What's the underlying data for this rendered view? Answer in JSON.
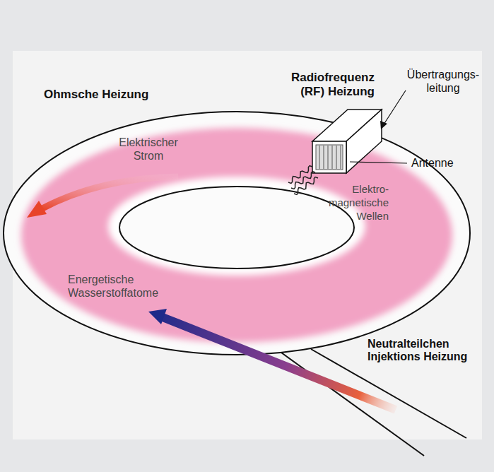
{
  "diagram": {
    "labels": [
      "Ohmsche Heizung",
      "Radiofrequenz (RF) Heizung",
      "Übertragungs- leitung",
      "Antenne",
      "Elektrischer Strom",
      "Elektro- magnetische Wellen",
      "Energetische Wasserstoffatome",
      "Neutralteilchen Injektions Heizung"
    ]
  }
}
